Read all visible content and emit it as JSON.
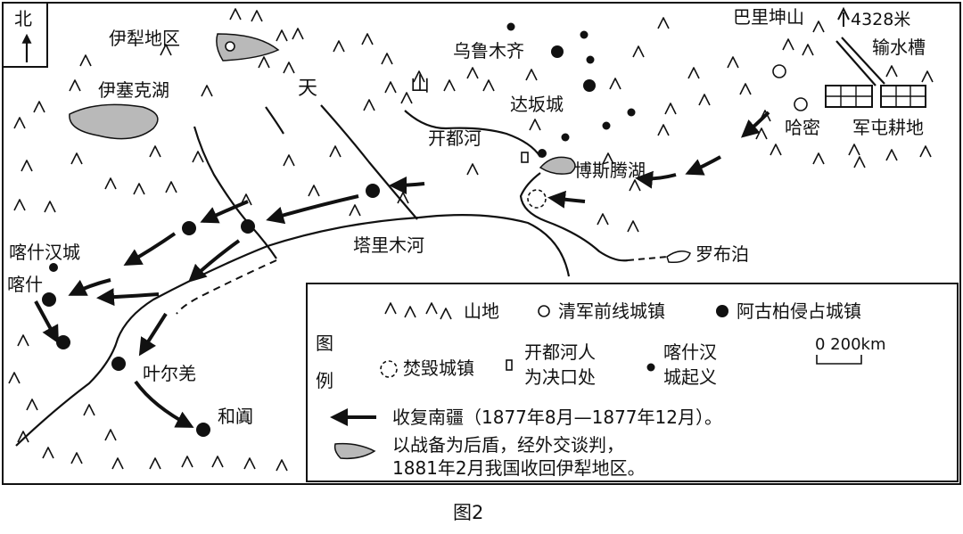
{
  "map": {
    "north": "北",
    "places": {
      "yili": "伊犁地区",
      "yisaike": "伊塞克湖",
      "tian": "天",
      "shan": "山",
      "urumqi": "乌鲁木齐",
      "dabancheng": "达坂城",
      "kaiduhe": "开都河",
      "bositeng": "博斯腾湖",
      "talimu": "塔里木河",
      "luobupo": "罗布泊",
      "kashihan": "喀什汉城",
      "kashi": "喀什",
      "yeerqiang": "叶尔羌",
      "hetian": "和阗",
      "balikun": "巴里坤山",
      "elevation": "4328米",
      "shushuicao": "输水槽",
      "hami": "哈密",
      "juntun": "军屯耕地"
    },
    "legend": {
      "title_1": "图",
      "title_2": "例",
      "mountain": "山地",
      "qing_town": "清军前线城镇",
      "agubai_town": "阿古柏侵占城镇",
      "scale": "0  200km",
      "burned": "焚毁城镇",
      "breach_1": "开都河人",
      "breach_2": "为决口处",
      "uprising_1": "喀什汉",
      "uprising_2": "城起义",
      "recover": "收复南疆（1877年8月—1877年12月）。",
      "yili_1": "以战备为后盾，经外交谈判，",
      "yili_2": "1881年2月我国收回伊犁地区。"
    },
    "caption": "图2"
  }
}
